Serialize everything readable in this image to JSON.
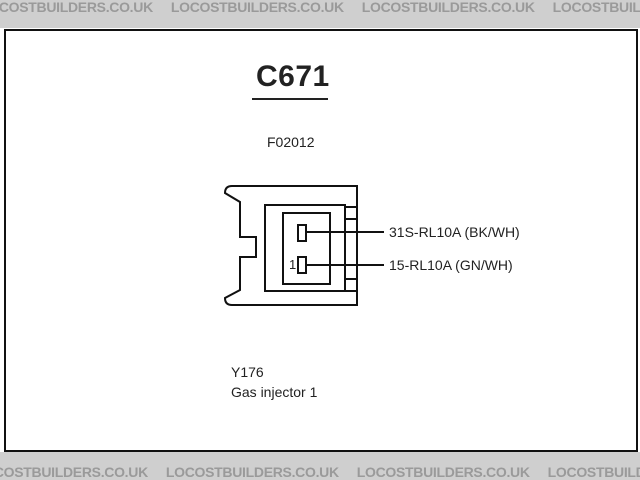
{
  "watermark": "LOCOSTBUILDERS.CO.UK",
  "connector": {
    "id": "C671",
    "code": "F02012",
    "pin_label": "1",
    "wires": [
      "31S-RL10A (BK/WH)",
      "15-RL10A (GN/WH)"
    ]
  },
  "component": {
    "ref": "Y176",
    "description": "Gas injector 1"
  }
}
